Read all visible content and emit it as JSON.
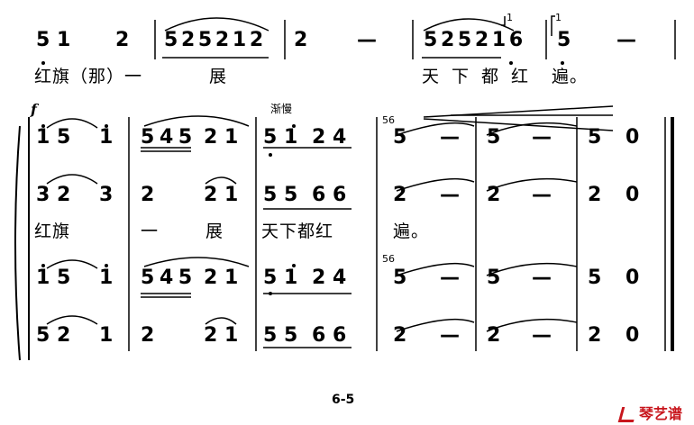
{
  "score": {
    "top_line": {
      "notes": [
        "5 1",
        "2",
        "5 2 5 2 1 2",
        "2",
        "—",
        "5 2 5 2 1 6",
        "5",
        "—"
      ],
      "lyrics": [
        "红旗（那）一",
        "展",
        "天下都红",
        "遍。"
      ],
      "volta": "1"
    },
    "system": {
      "dynamic": "f",
      "tempo_marking": "渐慢",
      "tempo_change": "56",
      "parts": [
        {
          "notes": [
            "1 5",
            "1",
            "5 4 5",
            "2 1",
            "5 1",
            "2 4",
            "5",
            "—",
            "5",
            "—",
            "5",
            "0"
          ]
        },
        {
          "notes": [
            "3 2",
            "3",
            "2",
            "2 1",
            "5 5",
            "6 6",
            "2",
            "—",
            "2",
            "—",
            "2",
            "0"
          ]
        },
        {
          "notes": [
            "1 5",
            "1",
            "5 4 5",
            "2 1",
            "5 1",
            "2 4",
            "5",
            "—",
            "5",
            "—",
            "5",
            "0"
          ],
          "tempo_change": "56"
        },
        {
          "notes": [
            "5 2",
            "1",
            "2",
            "2 1",
            "5 5",
            "6 6",
            "2",
            "—",
            "2",
            "—",
            "2",
            "0"
          ]
        }
      ],
      "middle_lyrics": [
        "红旗",
        "一",
        "展",
        "天下都红",
        "遍。"
      ]
    }
  },
  "footer": {
    "page_number": "6-5",
    "watermark": "琴艺谱"
  }
}
